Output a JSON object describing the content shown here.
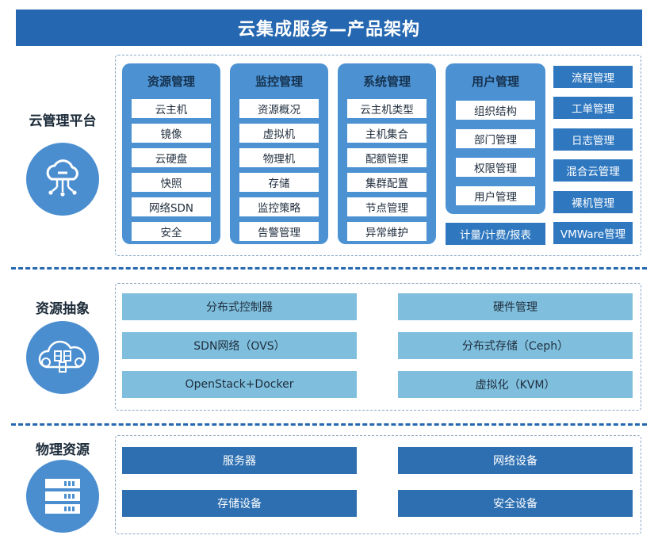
{
  "title": "云集成服务—产品架构",
  "layers": {
    "cloud": {
      "label": "云管理平台"
    },
    "abstract": {
      "label": "资源抽象"
    },
    "physical": {
      "label": "物理资源"
    }
  },
  "columns": [
    {
      "title": "资源管理",
      "items": [
        "云主机",
        "镜像",
        "云硬盘",
        "快照",
        "网络SDN",
        "安全"
      ]
    },
    {
      "title": "监控管理",
      "items": [
        "资源概况",
        "虚拟机",
        "物理机",
        "存储",
        "监控策略",
        "告警管理"
      ]
    },
    {
      "title": "系统管理",
      "items": [
        "云主机类型",
        "主机集合",
        "配额管理",
        "集群配置",
        "节点管理",
        "异常维护"
      ]
    },
    {
      "title": "用户管理",
      "items": [
        "组织结构",
        "部门管理",
        "权限管理",
        "用户管理"
      ]
    }
  ],
  "billing": "计量/计费/报表",
  "side_buttons": [
    "流程管理",
    "工单管理",
    "日志管理",
    "混合云管理",
    "裸机管理",
    "VMWare管理"
  ],
  "abstract_items": [
    "分布式控制器",
    "硬件管理",
    "SDN网络（OVS）",
    "分布式存储（Ceph）",
    "OpenStack+Docker",
    "虚拟化（KVM）"
  ],
  "physical_items": [
    "服务器",
    "网络设备",
    "存储设备",
    "安全设备"
  ],
  "colors": {
    "primary": "#2567b0",
    "column_bg": "#4c92d3",
    "light_btn": "#7fbfdd",
    "dark_btn": "#2d6fb1"
  }
}
